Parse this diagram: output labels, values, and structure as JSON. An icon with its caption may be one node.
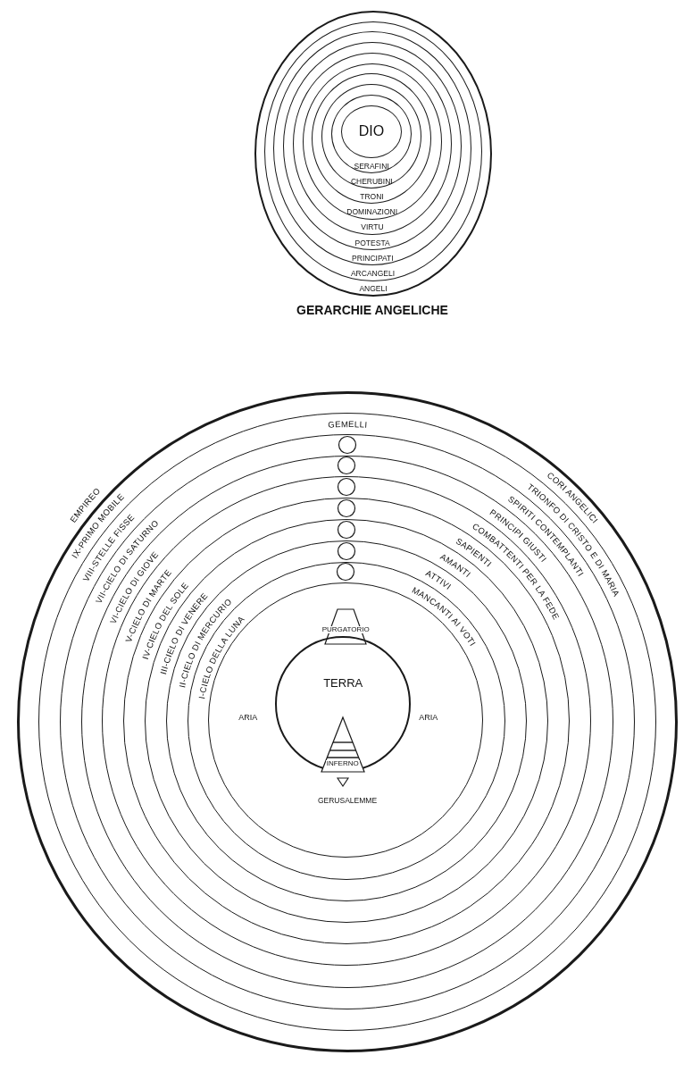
{
  "diagram": {
    "nodes": [
      {
        "text": [
          "ANGELI"
        ]
      },
      {
        "text": [
          "ARCANGELI"
        ],
        "in": 0
      },
      {
        "text": [
          "PRINCIPATI"
        ],
        "in": 1
      },
      {
        "text": [
          "POTESTA"
        ],
        "in": 2
      },
      {
        "text": [
          "VIRTU"
        ],
        "in": 3
      },
      {
        "text": [
          "DOMINAZIONI"
        ],
        "in": 4
      },
      {
        "text": [
          "TRONI"
        ],
        "in": 5
      },
      {
        "text": [
          "CHERUBINI"
        ],
        "in": 6
      },
      {
        "text": [
          "SERAFINI"
        ],
        "in": 7
      },
      {
        "text": [
          "DIO"
        ],
        "in": 8
      },
      {
        "text": [],
        "shape": "circle"
      },
      {
        "text": [],
        "shape": "circle",
        "in": 10
      },
      {
        "text": [],
        "shape": "circle",
        "in": 11
      },
      {
        "text": [],
        "shape": "circle",
        "in": 12
      },
      {
        "text": [],
        "shape": "circle",
        "in": 13
      },
      {
        "text": [],
        "shape": "circle",
        "in": 14
      },
      {
        "text": [],
        "shape": "circle",
        "in": 15
      },
      {
        "text": [],
        "shape": "circle",
        "in": 16
      },
      {
        "text": [],
        "shape": "circle",
        "in": 17
      },
      {
        "text": [
          "ARIA",
          "ARIA"
        ],
        "in": 18
      },
      {
        "text": [
          "PURGATORIO"
        ],
        "in": 19
      },
      {
        "text": [
          "TERRA"
        ],
        "in": 19
      },
      {
        "text": [
          "INFERNO"
        ],
        "in": 21
      }
    ],
    "labels": [
      "GERARCHIE ANGELICHE",
      "EMPIREO",
      "GEMELLI",
      "IX-PRIMO MOBILE",
      "VIII-STELLE FISSE",
      "VII-CIELO DI SATURNO",
      "VI-CIELO DI GIOVE",
      "V-CIELO DI MARTE",
      "IV-CIELO DEL SOLE",
      "III-CIELO DI VENERE",
      "II-CIELO DI MERCURIO",
      "I-CIELO DELLA LUNA",
      "CORI ANGELICI",
      "TRIONFO DI CRISTO E DI MARIA",
      "SPIRITI CONTEMPLANTI",
      "PRINCIPI GIUSTI",
      "COMBATTENTI PER LA FEDE",
      "SAPIENTI",
      "AMANTI",
      "ATTIVI",
      "MANCANTI AI VOTI",
      "GERUSALEMME"
    ]
  }
}
